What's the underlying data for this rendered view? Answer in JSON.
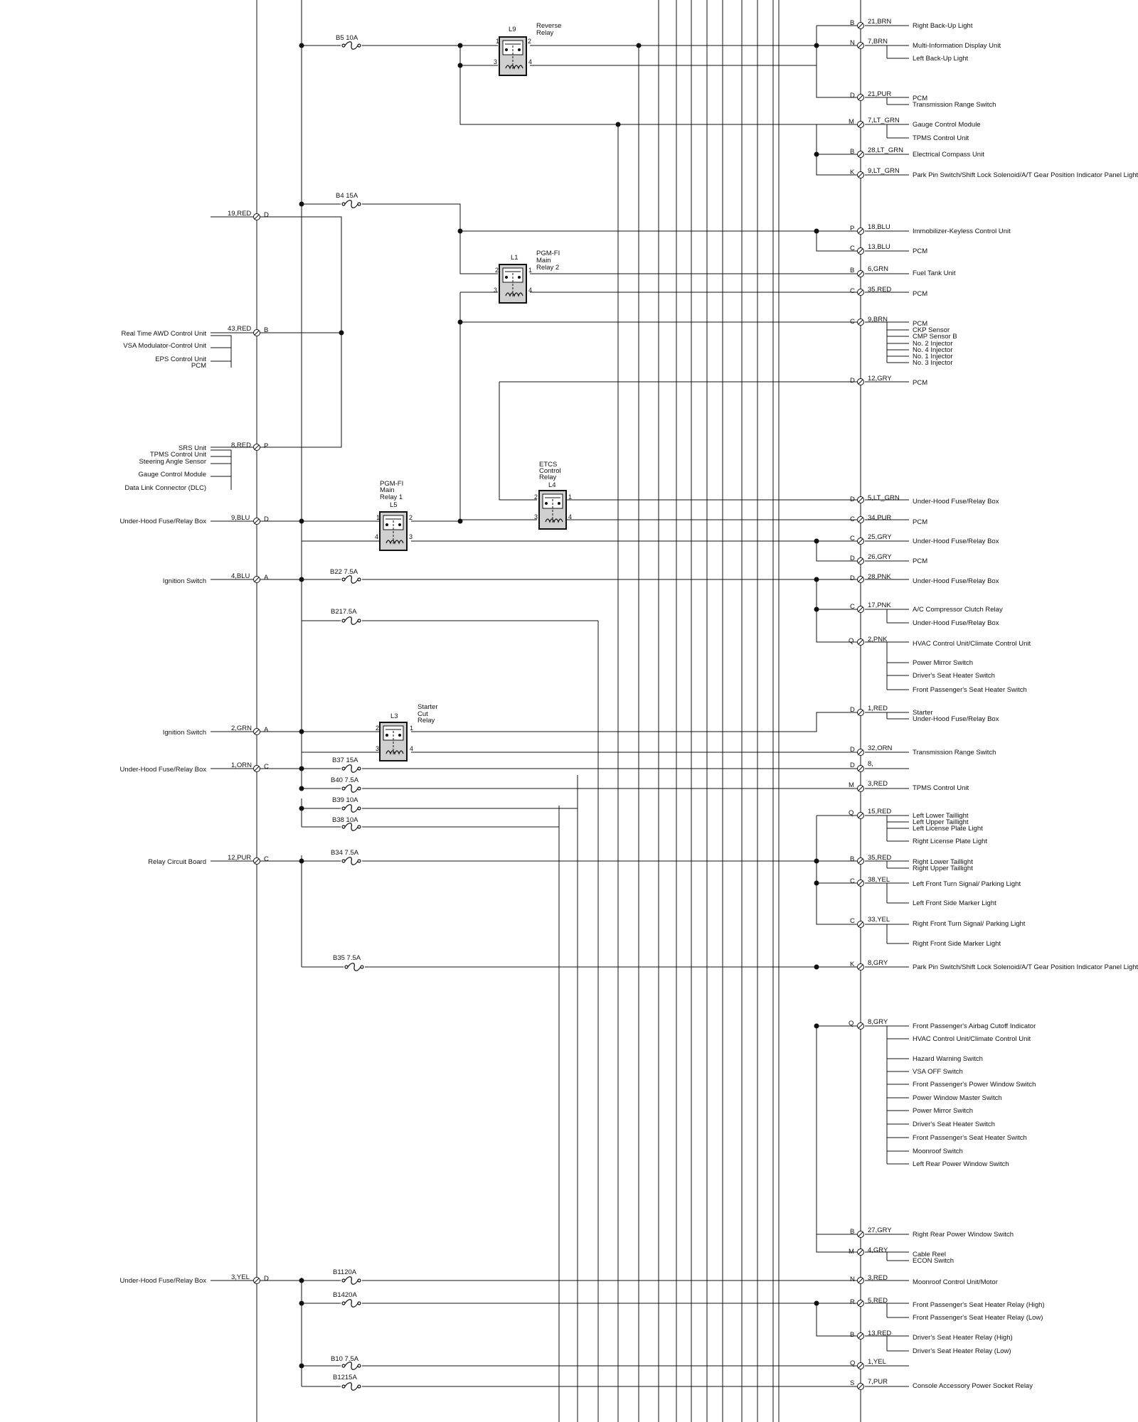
{
  "style": {
    "line_color": "#111111",
    "background": "#ffffff",
    "relay_fill": "#d0d0d0"
  },
  "left_connectors": [
    {
      "id": "l19",
      "wire": "19,RED",
      "pin": "D",
      "devices": []
    },
    {
      "id": "l43",
      "wire": "43,RED",
      "pin": "B",
      "devices": [
        "Real Time AWD Control Unit",
        "VSA Modulator-Control Unit",
        "EPS Control Unit",
        "PCM"
      ]
    },
    {
      "id": "l8",
      "wire": "8,RED",
      "pin": "P",
      "devices": [
        "SRS Unit",
        "TPMS Control Unit",
        "Steering Angle Sensor",
        "Gauge Control Module",
        "Data Link Connector (DLC)"
      ]
    },
    {
      "id": "l9",
      "wire": "9,BLU",
      "pin": "D",
      "devices": [
        "Under-Hood Fuse/Relay Box"
      ]
    },
    {
      "id": "l4",
      "wire": "4,BLU",
      "pin": "A",
      "devices": [
        "Ignition Switch"
      ]
    },
    {
      "id": "l2",
      "wire": "2,GRN",
      "pin": "A",
      "devices": [
        "Ignition Switch"
      ]
    },
    {
      "id": "l1",
      "wire": "1,ORN",
      "pin": "C",
      "devices": [
        "Under-Hood Fuse/Relay Box"
      ]
    },
    {
      "id": "l12",
      "wire": "12,PUR",
      "pin": "C",
      "devices": [
        "Relay Circuit Board"
      ]
    },
    {
      "id": "l3",
      "wire": "3,YEL",
      "pin": "D",
      "devices": [
        "Under-Hood Fuse/Relay Box"
      ]
    }
  ],
  "fuses": [
    {
      "id": "B5",
      "label": "B5 10A"
    },
    {
      "id": "B4",
      "label": "B4 15A"
    },
    {
      "id": "B22",
      "label": "B22 7.5A"
    },
    {
      "id": "B21",
      "label": "B217.5A"
    },
    {
      "id": "B37",
      "label": "B37 15A"
    },
    {
      "id": "B40",
      "label": "B40 7.5A"
    },
    {
      "id": "B39",
      "label": "B39 10A"
    },
    {
      "id": "B38",
      "label": "B38 10A"
    },
    {
      "id": "B34",
      "label": "B34 7.5A"
    },
    {
      "id": "B35",
      "label": "B35 7.5A"
    },
    {
      "id": "B11",
      "label": "B1120A"
    },
    {
      "id": "B14",
      "label": "B1420A"
    },
    {
      "id": "B10",
      "label": "B10 7.5A"
    },
    {
      "id": "B12",
      "label": "B1215A"
    }
  ],
  "relays": [
    {
      "id": "L9",
      "name": "Reverse Relay",
      "lines": [
        "L9",
        "Reverse",
        "Relay"
      ]
    },
    {
      "id": "L1",
      "name": "PGM-FI Main Relay 2",
      "lines": [
        "L1",
        "PGM-FI",
        "Main",
        "Relay 2"
      ]
    },
    {
      "id": "L5",
      "name": "PGM-FI Main Relay 1",
      "lines": [
        "PGM-FI",
        "Main",
        "Relay 1",
        "L5"
      ]
    },
    {
      "id": "L4",
      "name": "ETCS Control Relay",
      "lines": [
        "ETCS",
        "Control",
        "Relay",
        "L4"
      ]
    },
    {
      "id": "L3",
      "name": "Starter Cut Relay",
      "lines": [
        "L3",
        "Starter",
        "Cut",
        "Relay"
      ]
    }
  ],
  "relay_pins": [
    "1",
    "2",
    "3",
    "4"
  ],
  "right_connectors": [
    {
      "id": "r21b",
      "pin": "B",
      "wire": "21,BRN",
      "devices": [
        "Right Back-Up Light"
      ]
    },
    {
      "id": "r7b",
      "pin": "N",
      "wire": "7,BRN",
      "devices": [
        "Multi-Information Display Unit",
        "Left Back-Up Light"
      ]
    },
    {
      "id": "r21p",
      "pin": "D",
      "wire": "21,PUR",
      "devices": [
        "PCM",
        "Transmission Range Switch"
      ]
    },
    {
      "id": "r7lg",
      "pin": "M",
      "wire": "7,LT_GRN",
      "devices": [
        "Gauge Control Module",
        "TPMS Control Unit"
      ]
    },
    {
      "id": "r28lg",
      "pin": "B",
      "wire": "28,LT_GRN",
      "devices": [
        "Electrical Compass Unit"
      ]
    },
    {
      "id": "r9lg",
      "pin": "K",
      "wire": "9,LT_GRN",
      "devices": [
        "Park Pin Switch/Shift Lock Solenoid/A/T Gear Position Indicator Panel Light"
      ]
    },
    {
      "id": "r18b",
      "pin": "P",
      "wire": "18,BLU",
      "devices": [
        "Immobilizer-Keyless Control Unit"
      ]
    },
    {
      "id": "r13b",
      "pin": "C",
      "wire": "13,BLU",
      "devices": [
        "PCM"
      ]
    },
    {
      "id": "r6g",
      "pin": "B",
      "wire": "6,GRN",
      "devices": [
        "Fuel Tank Unit"
      ]
    },
    {
      "id": "r35r",
      "pin": "C",
      "wire": "35,RED",
      "devices": [
        "PCM"
      ]
    },
    {
      "id": "r9brn",
      "pin": "C",
      "wire": "9,BRN",
      "devices": [
        "PCM",
        "CKP Sensor",
        "CMP Sensor B",
        "No. 2 Injector",
        "No. 4 Injector",
        "No. 1 Injector",
        "No. 3 Injector"
      ]
    },
    {
      "id": "r12gy",
      "pin": "D",
      "wire": "12,GRY",
      "devices": [
        "PCM"
      ]
    },
    {
      "id": "r5lg",
      "pin": "D",
      "wire": "5,LT_GRN",
      "devices": [
        "Under-Hood Fuse/Relay Box"
      ]
    },
    {
      "id": "r34p",
      "pin": "C",
      "wire": "34,PUR",
      "devices": [
        "PCM"
      ]
    },
    {
      "id": "r25gy",
      "pin": "C",
      "wire": "25,GRY",
      "devices": [
        "Under-Hood Fuse/Relay Box"
      ]
    },
    {
      "id": "r26gy",
      "pin": "D",
      "wire": "26,GRY",
      "devices": [
        "PCM"
      ]
    },
    {
      "id": "r28pk",
      "pin": "D",
      "wire": "28,PNK",
      "devices": [
        "Under-Hood Fuse/Relay Box"
      ]
    },
    {
      "id": "r17pk",
      "pin": "C",
      "wire": "17,PNK",
      "devices": [
        "A/C Compressor Clutch Relay",
        "Under-Hood Fuse/Relay Box"
      ]
    },
    {
      "id": "r2pk",
      "pin": "Q",
      "wire": "2,PNK",
      "devices": [
        "HVAC Control Unit/Climate Control Unit",
        "Power Mirror Switch",
        "Driver's Seat Heater Switch",
        "Front Passenger's Seat Heater Switch"
      ]
    },
    {
      "id": "r1r",
      "pin": "D",
      "wire": "1,RED",
      "devices": [
        "Starter",
        "Under-Hood Fuse/Relay Box"
      ]
    },
    {
      "id": "r32o",
      "pin": "D",
      "wire": "32,ORN",
      "devices": [
        "Transmission Range Switch"
      ]
    },
    {
      "id": "r8",
      "pin": "D",
      "wire": "8,",
      "devices": []
    },
    {
      "id": "r3r",
      "pin": "M",
      "wire": "3,RED",
      "devices": [
        "TPMS Control Unit"
      ]
    },
    {
      "id": "r15r",
      "pin": "Q",
      "wire": "15,RED",
      "devices": [
        "Left Lower Taillight",
        "Left Upper Taillight",
        "Left License Plate Light",
        "Right License Plate Light"
      ]
    },
    {
      "id": "r35rb",
      "pin": "B",
      "wire": "35,RED",
      "devices": [
        "Right Lower Taillight",
        "Right Upper Taillight"
      ]
    },
    {
      "id": "r38y",
      "pin": "C",
      "wire": "38,YEL",
      "devices": [
        "Left Front Turn Signal/ Parking Light",
        "Left Front Side Marker Light"
      ]
    },
    {
      "id": "r33y",
      "pin": "C",
      "wire": "33,YEL",
      "devices": [
        "Right Front Turn Signal/ Parking Light",
        "Right Front Side Marker Light"
      ]
    },
    {
      "id": "r8gyk",
      "pin": "K",
      "wire": "8,GRY",
      "devices": [
        "Park Pin Switch/Shift Lock Solenoid/A/T Gear Position Indicator Panel Light"
      ]
    },
    {
      "id": "r8gyq",
      "pin": "Q",
      "wire": "8,GRY",
      "devices": [
        "Front Passenger's Airbag Cutoff Indicator",
        "HVAC Control Unit/Climate Control Unit",
        "Hazard Warning Switch",
        "VSA OFF Switch",
        "Front Passenger's Power Window Switch",
        "Power Window Master Switch",
        "Power Mirror Switch",
        "Driver's Seat Heater Switch",
        "Front Passenger's Seat Heater Switch",
        "Moonroof Switch",
        "Left Rear Power Window Switch"
      ]
    },
    {
      "id": "r27gy",
      "pin": "B",
      "wire": "27,GRY",
      "devices": [
        "Right Rear Power Window Switch"
      ]
    },
    {
      "id": "r4gy",
      "pin": "M",
      "wire": "4,GRY",
      "devices": [
        "Cable Reel",
        "ECON Switch"
      ]
    },
    {
      "id": "r3rn",
      "pin": "N",
      "wire": "3,RED",
      "devices": [
        "Moonroof Control Unit/Motor"
      ]
    },
    {
      "id": "r5r",
      "pin": "R",
      "wire": "5,RED",
      "devices": [
        "Front Passenger's Seat Heater Relay (High)",
        "Front Passenger's Seat Heater Relay (Low)"
      ]
    },
    {
      "id": "r13r",
      "pin": "B",
      "wire": "13,RED",
      "devices": [
        "Driver's Seat Heater Relay (High)",
        "Driver's Seat Heater Relay (Low)"
      ]
    },
    {
      "id": "r1y",
      "pin": "Q",
      "wire": "1,YEL",
      "devices": []
    },
    {
      "id": "r7p",
      "pin": "S",
      "wire": "7,PUR",
      "devices": [
        "Console Accessory Power Socket Relay"
      ]
    }
  ]
}
